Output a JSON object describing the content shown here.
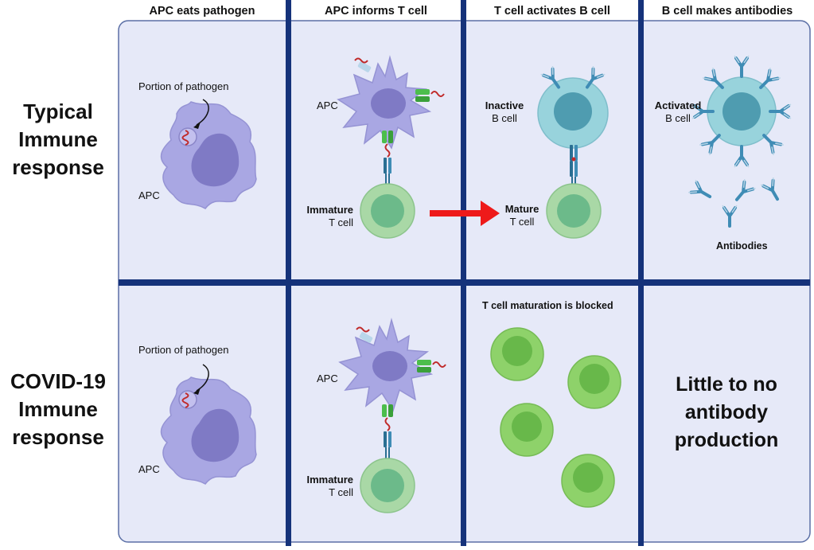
{
  "columns": [
    {
      "title": "APC eats pathogen"
    },
    {
      "title": "APC informs T cell"
    },
    {
      "title": "T cell activates B cell"
    },
    {
      "title": "B cell makes antibodies"
    }
  ],
  "rows": [
    {
      "title": "Typical Immune response"
    },
    {
      "title": "COVID-19 Immune response"
    }
  ],
  "labels": {
    "portion_of_pathogen": "Portion of pathogen",
    "apc": "APC",
    "immature": "Immature",
    "mature": "Mature",
    "t_cell": "T cell",
    "inactive": "Inactive",
    "activated": "Activated",
    "b_cell": "B cell",
    "antibodies": "Antibodies",
    "t_maturation_blocked": "T cell maturation is blocked",
    "little_to_no": "Little to no antibody production"
  },
  "colors": {
    "panel_bg": "#e6e9f8",
    "divider": "#15327a",
    "apc_fill": "#a9a7e3",
    "apc_nucleus": "#7f7ac5",
    "t_outer": "#a9d8a6",
    "t_inner": "#6cba8a",
    "b_outer": "#98d3dc",
    "b_inner": "#4f9cb0",
    "blocked_outer": "#8ed26a",
    "blocked_inner": "#68b84a",
    "antibody": "#3f8cb5",
    "receptor_green": "#4cbe4c",
    "pathogen": "#c02a2a",
    "arrow": "#ee1a1a"
  }
}
